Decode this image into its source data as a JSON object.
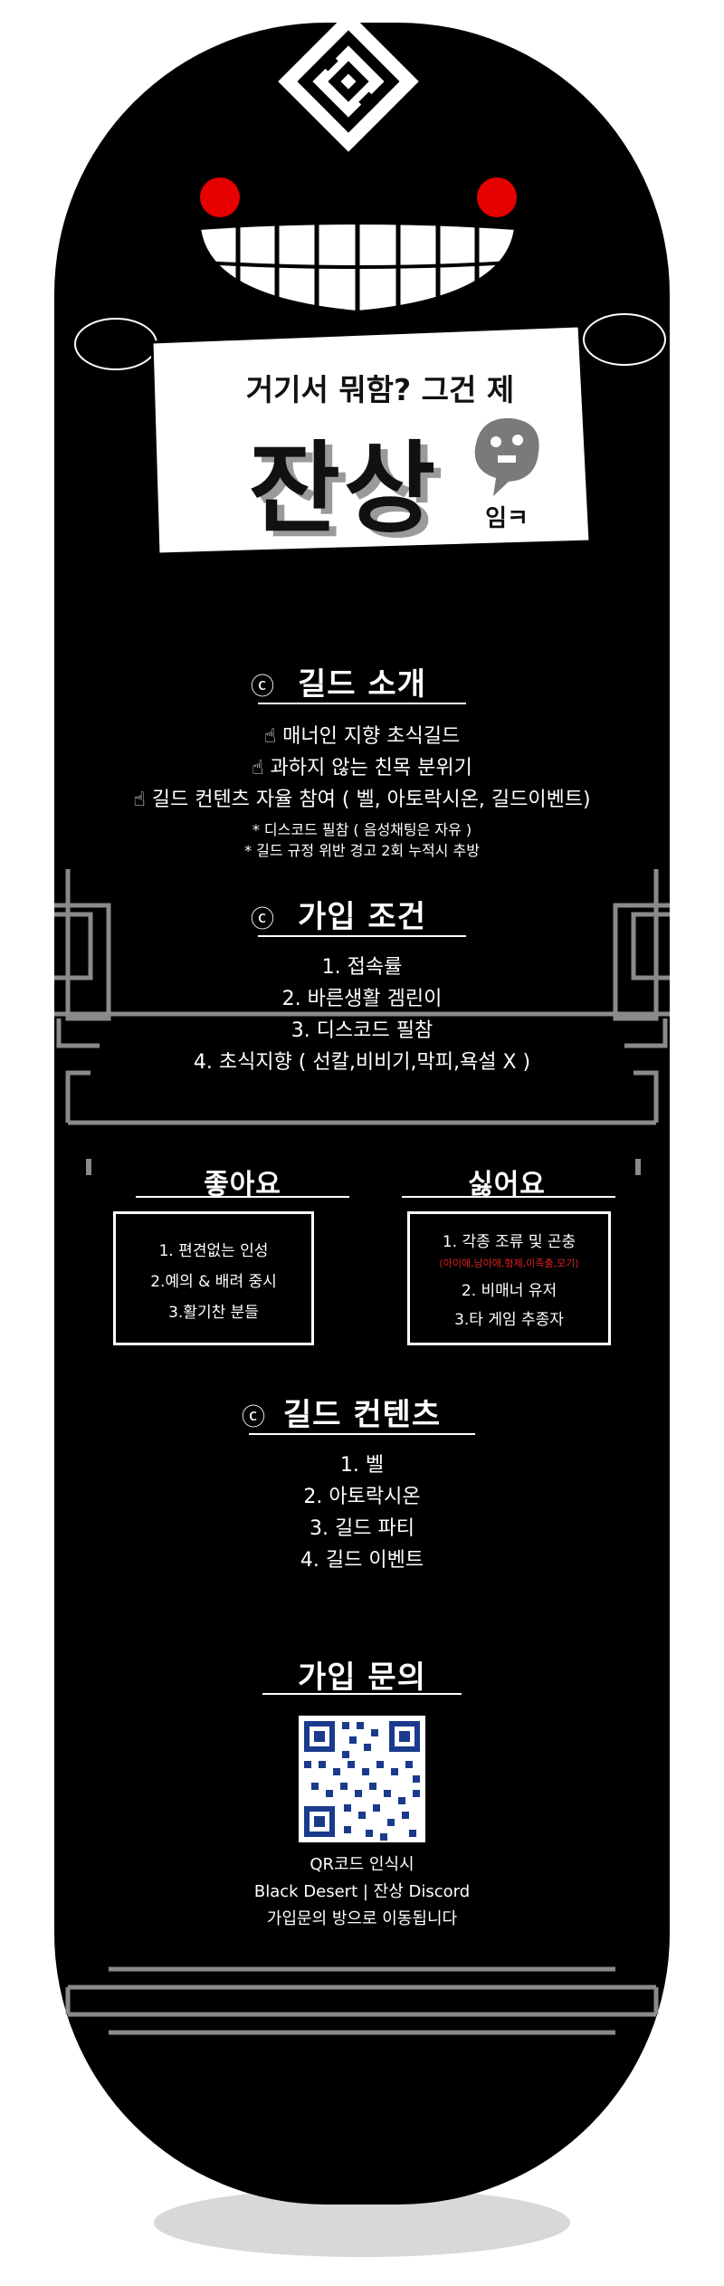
{
  "banner": {
    "tagline": "거기서 뭐함? 그건 제",
    "big_title": "잔상",
    "suffix": "임ㅋ"
  },
  "intro": {
    "title": "길드 소개",
    "items": [
      "☝ 매너인 지향 초식길드",
      "☝ 과하지 않는 친목 분위기",
      "☝ 길드 컨텐츠 자율 참여 ( 벨, 아토락시온, 길드이벤트)"
    ],
    "notes": [
      "* 디스코드 필참 ( 음성채팅은 자유 )",
      "* 길드 규정 위반 경고 2회 누적시 추방"
    ]
  },
  "requirements": {
    "title": "가입 조건",
    "items": [
      "1. 접속률",
      "2. 바른생활 겜린이",
      "3. 디스코드 필참",
      "4. 초식지향 ( 선칼,비비기,막피,욕설 X )"
    ]
  },
  "likes": {
    "title": "좋아요",
    "items": [
      "1. 편견없는 인성",
      "2.예의 & 배려 중시",
      "3.활기찬 분들"
    ]
  },
  "dislikes": {
    "title": "싫어요",
    "item1": "1. 각종 조류 및 곤충",
    "item1_note": "(아이애,남아애,형제,이족출,모기)",
    "item2": "2. 비매너 유저",
    "item3": "3.타 게임 추종자"
  },
  "contents": {
    "title": "길드 컨텐츠",
    "items": [
      "1. 벨",
      "2. 아토락시온",
      "3. 길드 파티",
      "4. 길드 이벤트"
    ]
  },
  "contact": {
    "title": "가입 문의",
    "lines": [
      "QR코드 인식시",
      "Black Desert  |  잔상 Discord",
      "가입문의 방으로 이동됩니다"
    ]
  },
  "colors": {
    "body": "#000000",
    "eyes": "#e60000",
    "qr": "#1a3a8c",
    "trim": "#8a8a8a",
    "text": "#ffffff",
    "note_red": "#e02020"
  }
}
